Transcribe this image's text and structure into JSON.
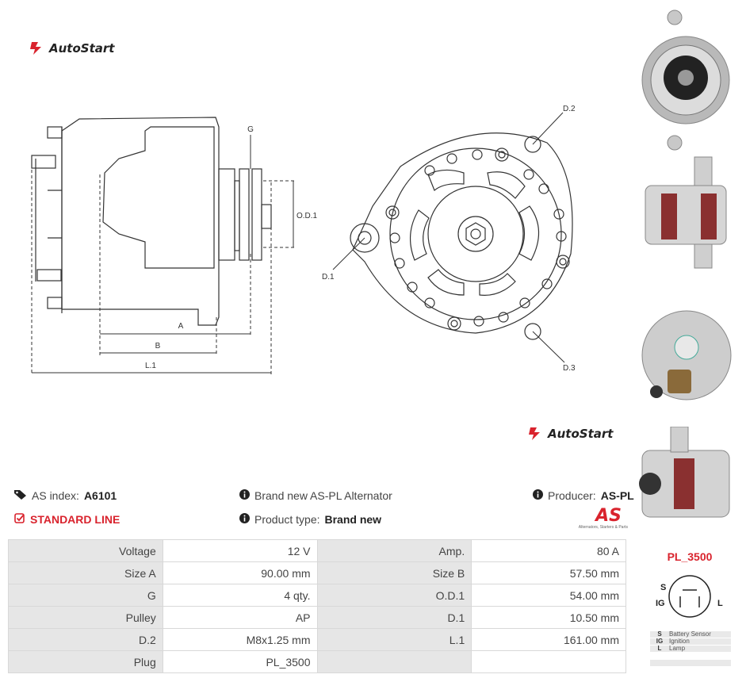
{
  "brand": {
    "name": "AutoStart"
  },
  "diagram": {
    "side_labels": {
      "g": "G",
      "od1": "O.D.1",
      "a": "A",
      "b": "B",
      "l1": "L.1"
    },
    "front_labels": {
      "d1": "D.1",
      "d2": "D.2",
      "d3": "D.3"
    }
  },
  "product": {
    "as_index_label": "AS index:",
    "as_index_value": "A6101",
    "line": "STANDARD LINE",
    "description": "Brand new AS-PL Alternator",
    "type_label": "Product type:",
    "type_value": "Brand new",
    "producer_label": "Producer:",
    "producer_value": "AS-PL",
    "producer_logo_text": "AS",
    "producer_tagline": "Alternators, Starters & Parts"
  },
  "specs": [
    [
      "Voltage",
      "12 V",
      "Amp.",
      "80 A"
    ],
    [
      "Size A",
      "90.00 mm",
      "Size B",
      "57.50 mm"
    ],
    [
      "G",
      "4 qty.",
      "O.D.1",
      "54.00 mm"
    ],
    [
      "Pulley",
      "AP",
      "D.1",
      "10.50 mm"
    ],
    [
      "D.2",
      "M8x1.25 mm",
      "L.1",
      "161.00 mm"
    ],
    [
      "Plug",
      "PL_3500",
      "",
      ""
    ]
  ],
  "plug": {
    "title": "PL_3500",
    "pins": {
      "s": "S",
      "ig": "IG",
      "l": "L"
    },
    "legend": [
      {
        "code": "S",
        "desc": "Battery Sensor"
      },
      {
        "code": "IG",
        "desc": "Ignition"
      },
      {
        "code": "L",
        "desc": "Lamp"
      }
    ]
  },
  "colors": {
    "accent": "#d9232d",
    "table_label_bg": "#e6e6e6",
    "line": "#333333"
  },
  "icons": [
    "tag-icon",
    "check-square-icon",
    "info-icon"
  ]
}
